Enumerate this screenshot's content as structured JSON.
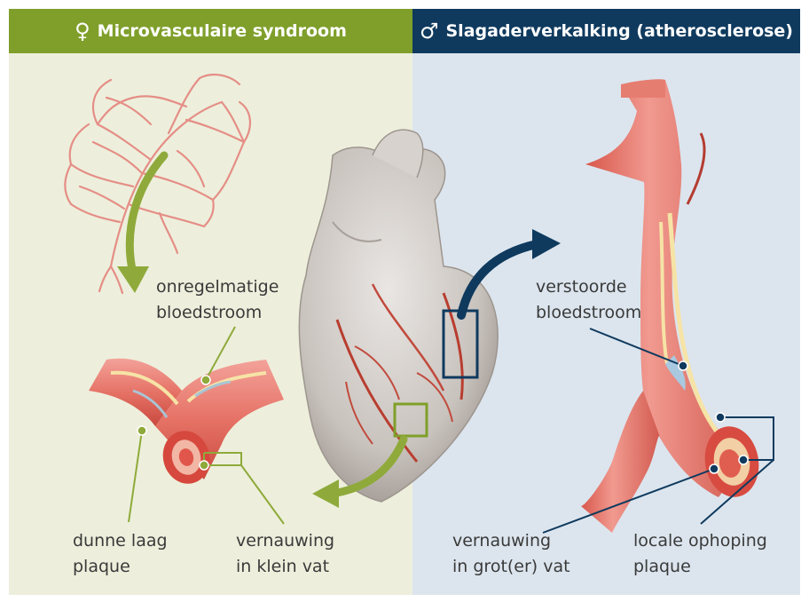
{
  "left_panel": {
    "symbol": "♀",
    "title": "Microvasculaire syndroom",
    "accent_color": "#7f9f2a",
    "background_color": "#edefdc",
    "labels": {
      "flow": [
        "onregelmatige",
        "bloedstroom"
      ],
      "plaque": [
        "dunne laag",
        "plaque"
      ],
      "narrowing": [
        "vernauwing",
        "in klein vat"
      ]
    }
  },
  "right_panel": {
    "symbol": "♂",
    "title": "Slagaderverkalking (atherosclerose)",
    "accent_color": "#0f3a5e",
    "background_color": "#dce5ee",
    "labels": {
      "flow": [
        "verstoorde",
        "bloedstroom"
      ],
      "narrowing": [
        "vernauwing",
        "in grot(er) vat"
      ],
      "plaque": [
        "locale ophoping",
        "plaque"
      ]
    }
  },
  "icons": {
    "center": "heart-illustration",
    "left_top": "capillary-network",
    "left_bottom": "small-vessel-cross-section",
    "right": "large-artery-cross-section"
  }
}
